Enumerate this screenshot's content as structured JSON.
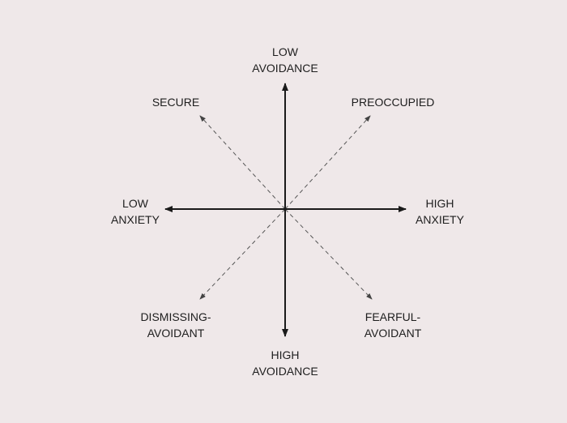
{
  "colors": {
    "background": "#efe8e9",
    "axis": "#1a1a1a",
    "dashed": "#555555",
    "text": "#1e1e1e"
  },
  "axes": {
    "top": [
      "LOW",
      "AVOIDANCE"
    ],
    "bottom": [
      "HIGH",
      "AVOIDANCE"
    ],
    "left": [
      "LOW",
      "ANXIETY"
    ],
    "right": [
      "HIGH",
      "ANXIETY"
    ]
  },
  "quadrants": {
    "top_left": [
      "SECURE"
    ],
    "top_right": [
      "PREOCCUPIED"
    ],
    "bottom_left": [
      "DISMISSING-",
      "AVOIDANT"
    ],
    "bottom_right": [
      "FEARFUL-",
      "AVOIDANT"
    ]
  }
}
